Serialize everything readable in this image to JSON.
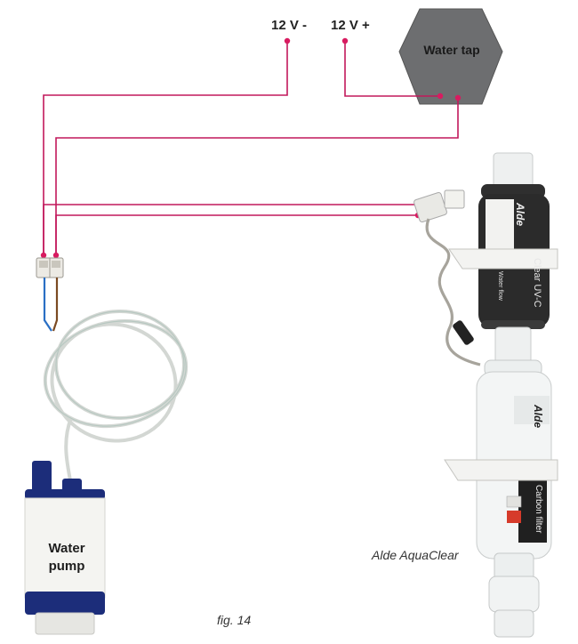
{
  "terminals": {
    "negative_label": "12 V -",
    "positive_label": "12 V +"
  },
  "water_tap": {
    "label": "Water tap"
  },
  "pump": {
    "label_line1": "Water",
    "label_line2": "pump"
  },
  "product": {
    "name": "Alde AquaClear"
  },
  "uv_unit": {
    "brand": "Alde",
    "name": "Clear UV-C",
    "flow_label": "Water flow"
  },
  "carbon_filter": {
    "brand": "Alde",
    "name": "Carbon filter"
  },
  "figure": {
    "caption": "fig. 14"
  },
  "colors": {
    "wire": "#c2185b",
    "wire_dot": "#d81b60",
    "tap_fill": "#6d6e70",
    "pump_blue": "#1c2d7a",
    "device_dark": "#2b2b2b"
  }
}
